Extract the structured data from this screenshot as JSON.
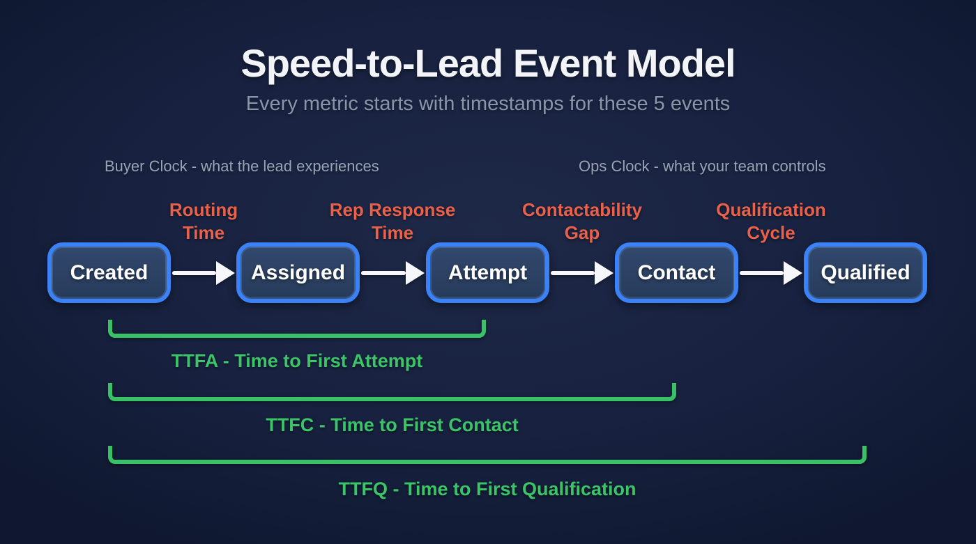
{
  "header": {
    "title": "Speed-to-Lead Event Model",
    "subtitle": "Every metric starts with timestamps for these 5 events"
  },
  "clocks": {
    "buyer": "Buyer Clock - what the lead experiences",
    "ops": "Ops Clock - what your team controls"
  },
  "flow": {
    "events": [
      {
        "label": "Created"
      },
      {
        "label": "Assigned"
      },
      {
        "label": "Attempt"
      },
      {
        "label": "Contact"
      },
      {
        "label": "Qualified"
      }
    ],
    "transitions": [
      {
        "label": "Routing\nTime"
      },
      {
        "label": "Rep Response\nTime"
      },
      {
        "label": "Contactability\nGap"
      },
      {
        "label": "Qualification\nCycle"
      }
    ]
  },
  "metrics": [
    {
      "label": "TTFA - Time to First Attempt"
    },
    {
      "label": "TTFC - Time to First Contact"
    },
    {
      "label": "TTFQ - Time to First Qualification"
    }
  ],
  "colors": {
    "background_center": "#1e2947",
    "background_edge": "#0f1830",
    "node_fill": "#2c4162",
    "node_border": "#3b82f6",
    "node_text": "#ffffff",
    "arrow": "#f5f7fa",
    "transition_label": "#e9604b",
    "metric_green": "#38c166",
    "title_text": "#f2f4f7",
    "subtitle_text": "#8b95a9",
    "clock_text": "#9aa3b5"
  }
}
